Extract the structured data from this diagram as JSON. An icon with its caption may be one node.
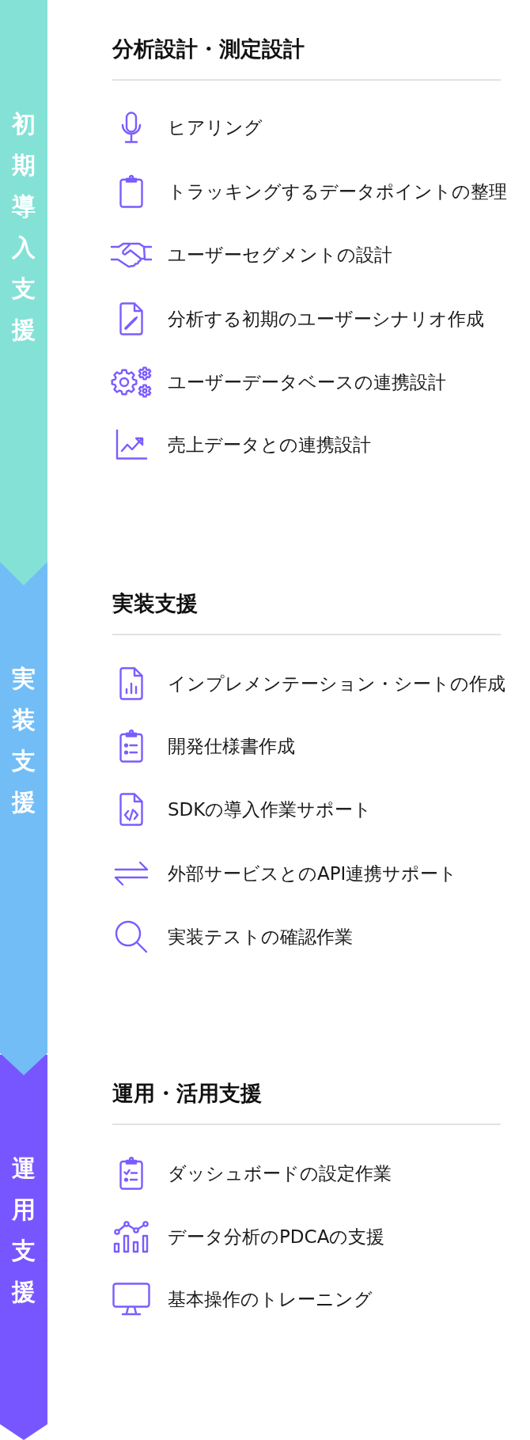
{
  "diagram": {
    "nodes": [
      {
        "text": [
          "初期導入支援"
        ]
      },
      {
        "text": [
          "実装支援"
        ]
      },
      {
        "text": [
          "運用支援"
        ]
      }
    ],
    "labels": [
      "分析設計・測定設計",
      "ヒアリング",
      "トラッキングするデータポイントの整理",
      "ユーザーセグメントの設計",
      "分析する初期のユーザーシナリオ作成",
      "ユーザーデータベースの連携設計",
      "売上データとの連携設計",
      "実装支援",
      "インプレメンテーション・シートの作成",
      "開発仕様書作成",
      "SDKの導入作業サポート",
      "外部サービスとのAPI連携サポート",
      "実装テストの確認作業",
      "運用・活用支援",
      "ダッシュボードの設定作業",
      "データ分析のPDCAの支援",
      "基本操作のトレーニング"
    ]
  }
}
